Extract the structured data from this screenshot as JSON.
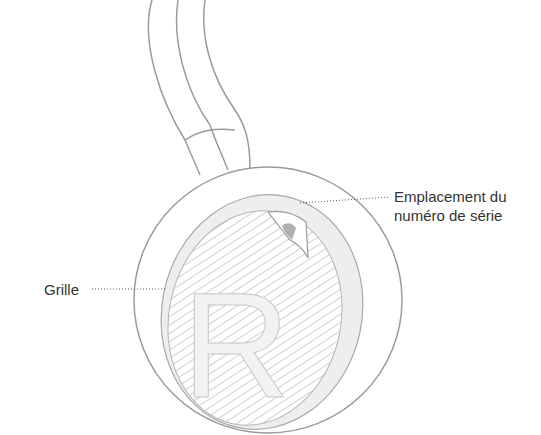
{
  "diagram": {
    "labels": [
      "Emplacement du numéro de série",
      "Grille",
      "R"
    ]
  }
}
